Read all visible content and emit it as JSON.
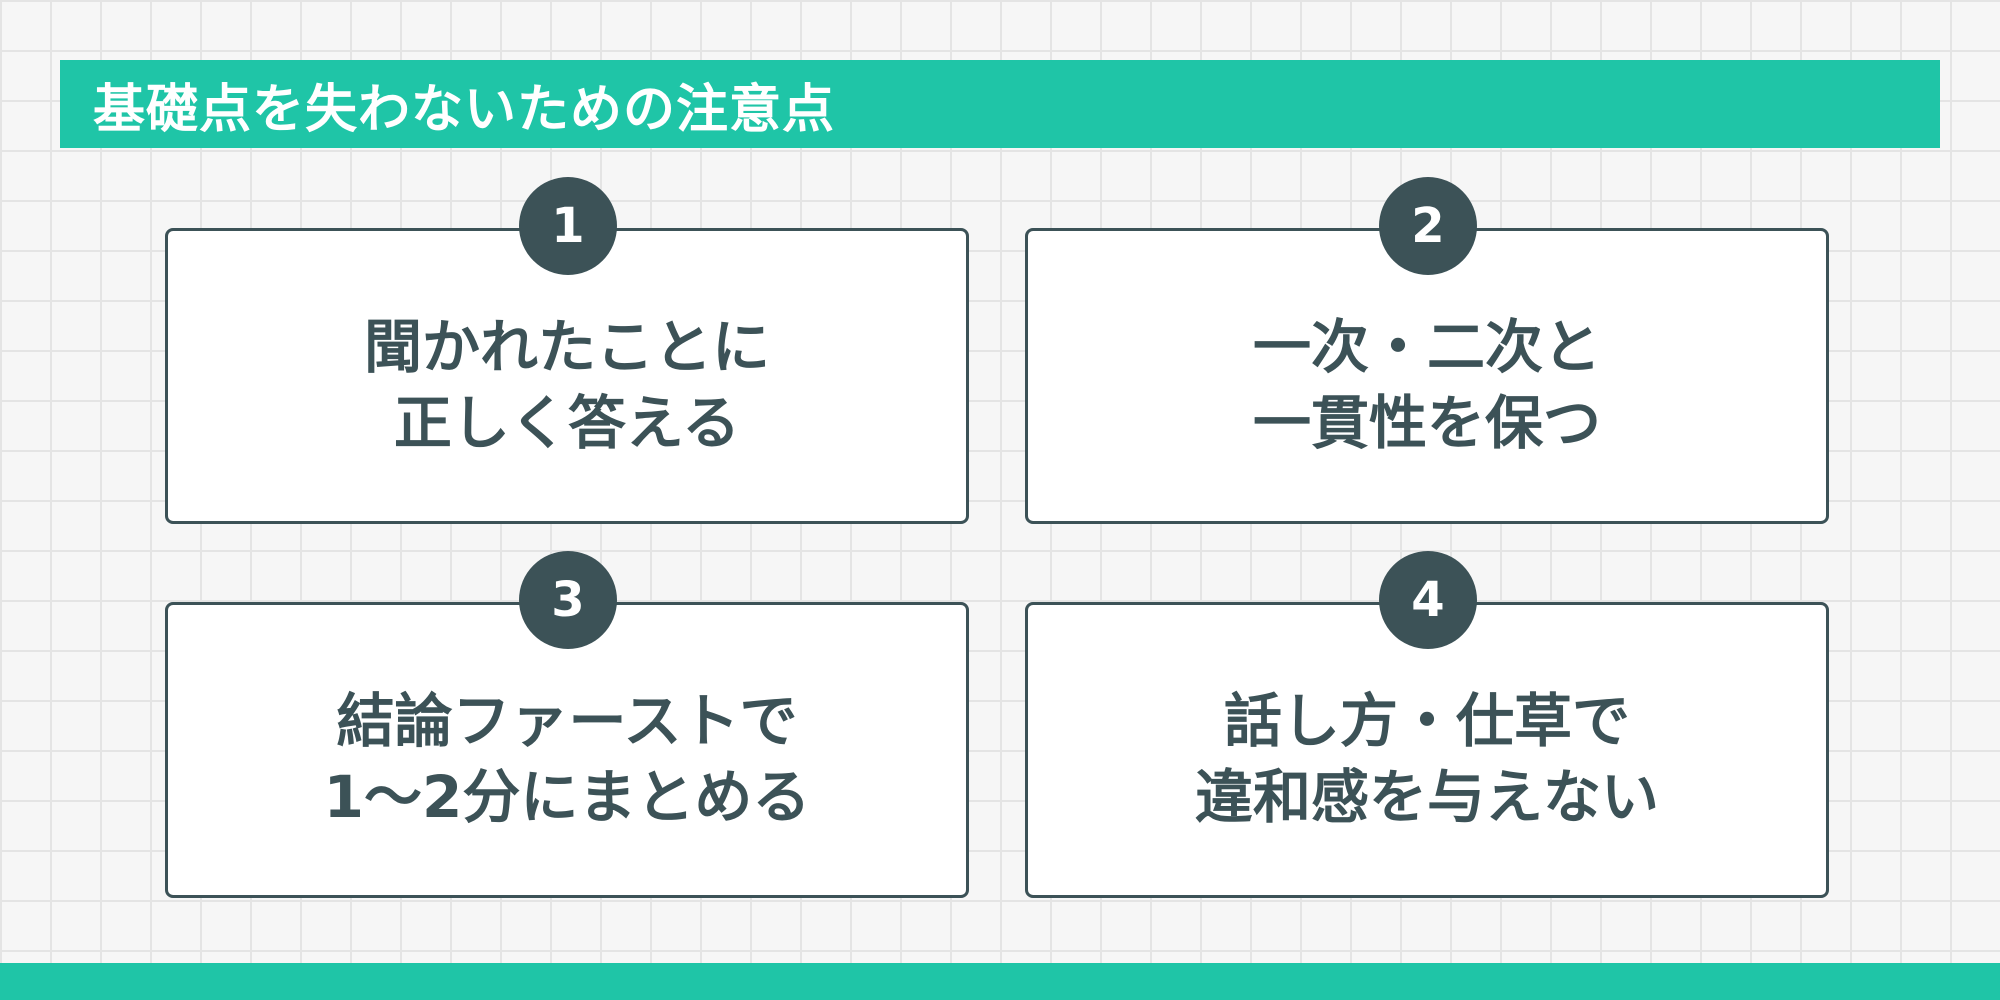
{
  "title": "基礎点を失わないための注意点",
  "cards": [
    {
      "number": "1",
      "lines": [
        "聞かれたことに",
        "正しく答える"
      ]
    },
    {
      "number": "2",
      "lines": [
        "一次・二次と",
        "一貫性を保つ"
      ]
    },
    {
      "number": "3",
      "lines": [
        "結論ファーストで",
        "1〜2分にまとめる"
      ]
    },
    {
      "number": "4",
      "lines": [
        "話し方・仕草で",
        "違和感を与えない"
      ]
    }
  ],
  "colors": {
    "accent": "#1fc5a7",
    "dark": "#3c5257",
    "background": "#f6f6f6",
    "card": "#ffffff"
  }
}
